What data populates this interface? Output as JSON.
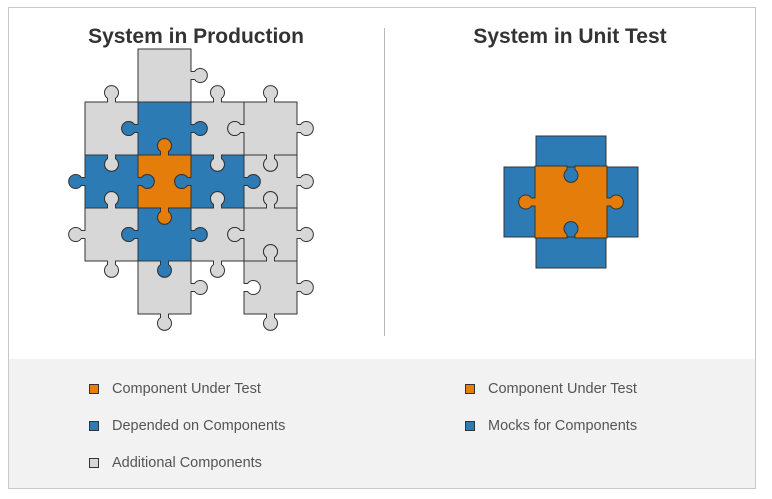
{
  "left_panel": {
    "title": "System in Production"
  },
  "right_panel": {
    "title": "System in Unit Test"
  },
  "colors": {
    "component_under_test": "#e57d0a",
    "depended_on": "#2d7bb4",
    "additional": "#d7d7d7",
    "outline": "#333333"
  },
  "legend_left": [
    {
      "label": "Component Under Test",
      "color": "#e57d0a"
    },
    {
      "label": "Depended on Components",
      "color": "#2d7bb4"
    },
    {
      "label": "Additional Components",
      "color": "#d7d7d7"
    }
  ],
  "legend_right": [
    {
      "label": "Component Under Test",
      "color": "#e57d0a"
    },
    {
      "label": "Mocks for Components",
      "color": "#2d7bb4"
    }
  ]
}
